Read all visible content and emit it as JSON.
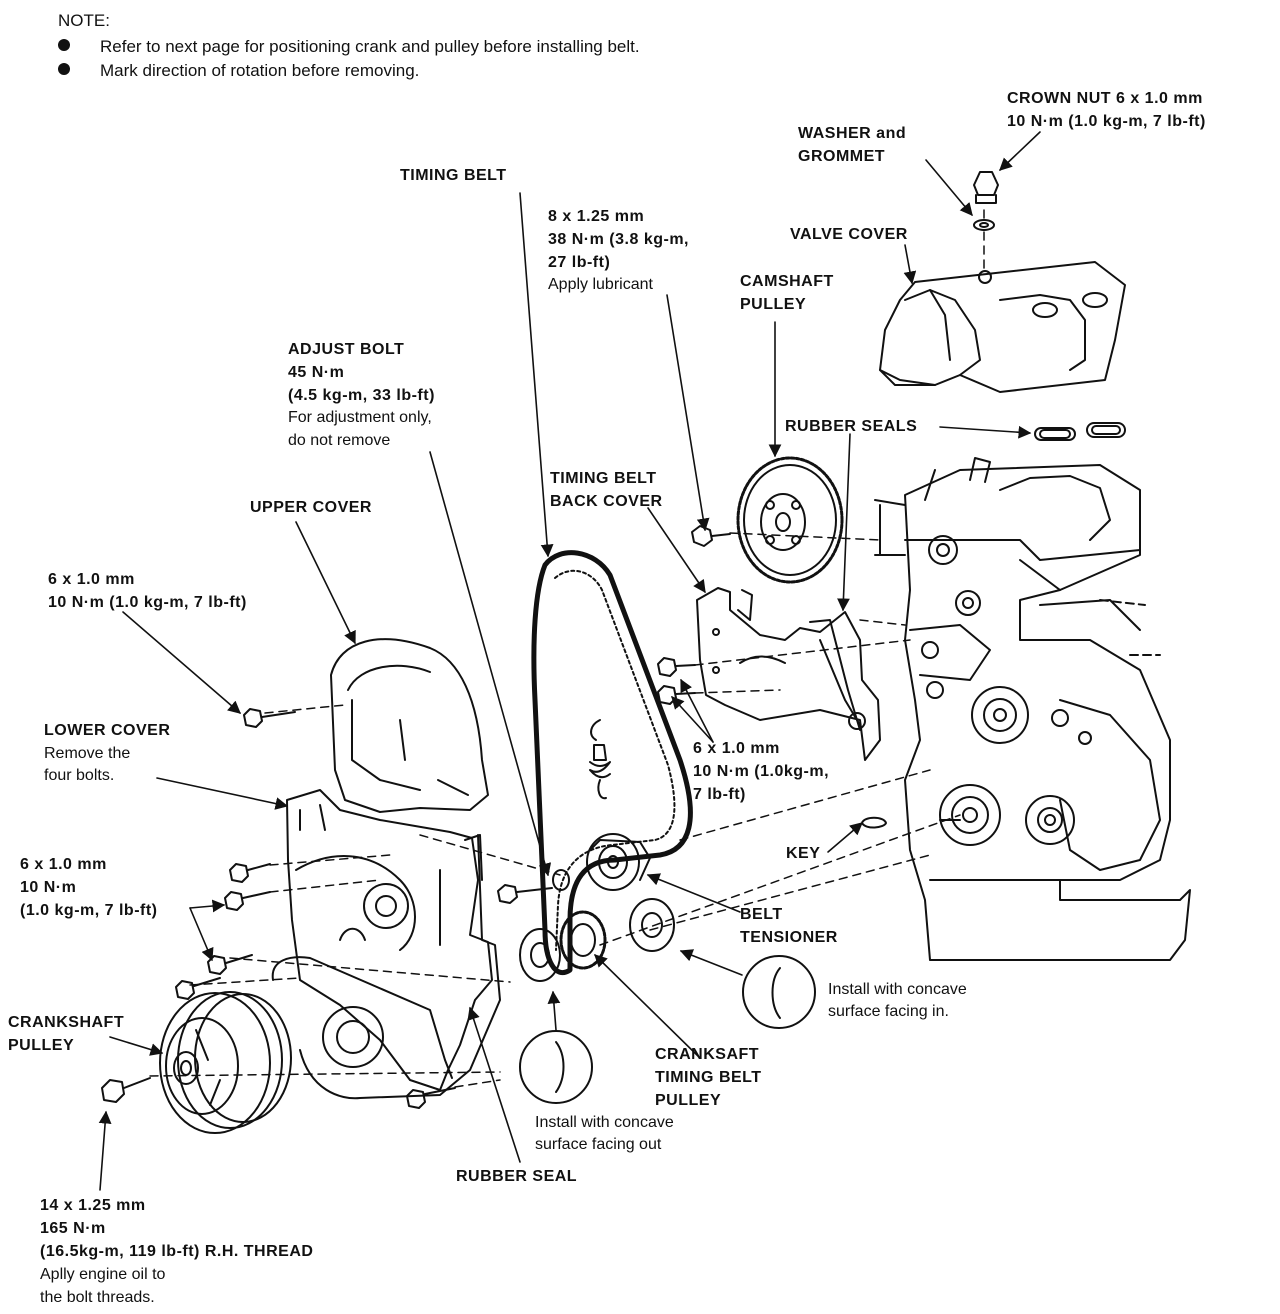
{
  "note": {
    "heading": "NOTE:",
    "items": [
      "Refer to next page for positioning crank and pulley before installing belt.",
      "Mark direction of rotation before removing."
    ]
  },
  "callouts": {
    "crown_nut": [
      "CROWN NUT 6 x 1.0 mm",
      "10 N·m (1.0 kg-m, 7 lb-ft)"
    ],
    "washer": [
      "WASHER and",
      "GROMMET"
    ],
    "valve_cover": "VALVE COVER",
    "camshaft_pulley": [
      "CAMSHAFT",
      "PULLEY"
    ],
    "timing_belt": "TIMING BELT",
    "cam_bolt": [
      "8 x 1.25 mm",
      "38 N·m (3.8 kg-m,",
      "27 lb-ft)",
      "Apply lubricant"
    ],
    "adjust_bolt": [
      "ADJUST BOLT",
      "45 N·m",
      "(4.5 kg-m, 33 lb-ft)",
      "For adjustment only,",
      "do not remove"
    ],
    "rubber_seals": "RUBBER SEALS",
    "back_cover": [
      "TIMING BELT",
      "BACK COVER"
    ],
    "upper_cover": "UPPER COVER",
    "upper_bolt": [
      "6 x 1.0 mm",
      "10 N·m (1.0 kg-m, 7 lb-ft)"
    ],
    "lower_cover": [
      "LOWER COVER",
      "Remove the",
      "four bolts."
    ],
    "back_cover_bolts": [
      "6 x 1.0 mm",
      "10 N·m (1.0kg-m,",
      "7 lb-ft)"
    ],
    "key": "KEY",
    "lower_bolts": [
      "6 x 1.0 mm",
      "10 N·m",
      "(1.0 kg-m, 7 lb-ft)"
    ],
    "belt_tensioner": [
      "BELT",
      "TENSIONER"
    ],
    "install_in": [
      "Install with concave",
      "surface facing in."
    ],
    "crankshaft_pulley": [
      "CRANKSHAFT",
      "PULLEY"
    ],
    "crank_timing_pulley": [
      "CRANKSAFT",
      "TIMING BELT",
      "PULLEY"
    ],
    "install_out": [
      "Install with concave",
      "surface facing out"
    ],
    "rubber_seal": "RUBBER SEAL",
    "crank_bolt": [
      "14 x 1.25 mm",
      "165 N·m",
      "(16.5kg-m, 119 lb-ft) R.H. THREAD",
      "Aplly engine oil to",
      "the bolt threads."
    ]
  },
  "colors": {
    "ink": "#111111",
    "paper": "#ffffff"
  }
}
